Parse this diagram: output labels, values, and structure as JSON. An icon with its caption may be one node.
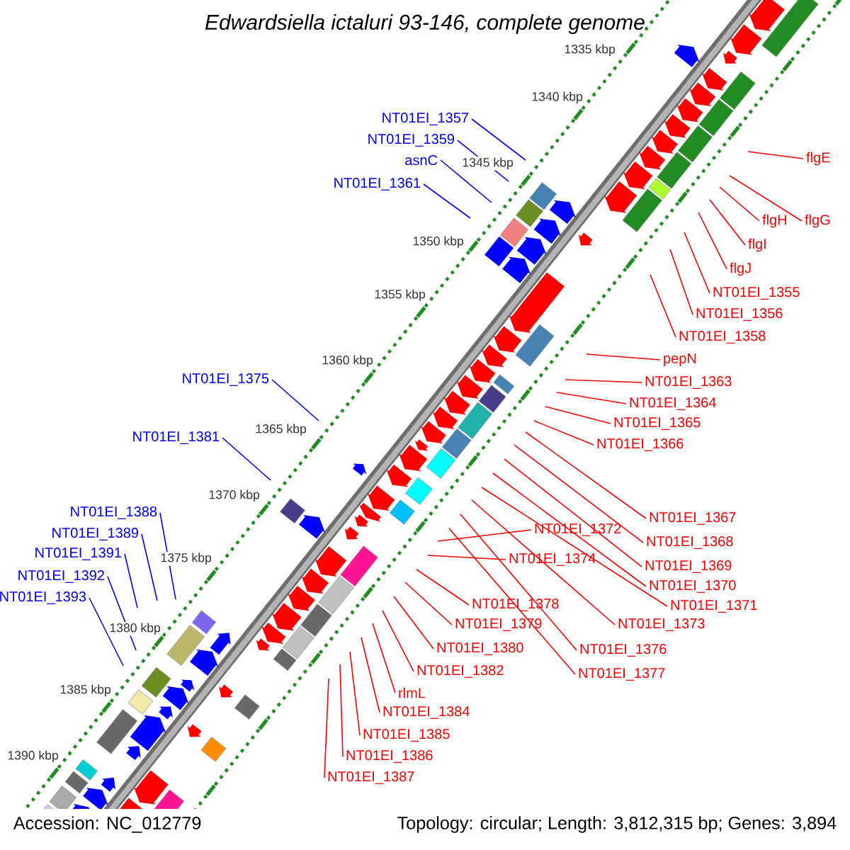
{
  "diagram": {
    "title": "Edwardsiella ictaluri 93-146, complete genome",
    "nodes": [
      {
        "text": [
          "NT01EI_1357"
        ]
      },
      {
        "text": [
          "NT01EI_1359"
        ]
      },
      {
        "text": [
          "asnC"
        ]
      },
      {
        "text": [
          "NT01EI_1361"
        ]
      },
      {
        "text": [
          "NT01EI_1375"
        ]
      },
      {
        "text": [
          "NT01EI_1381"
        ]
      },
      {
        "text": [
          "NT01EI_1388"
        ]
      },
      {
        "text": [
          "NT01EI_1389"
        ]
      },
      {
        "text": [
          "NT01EI_1391"
        ]
      },
      {
        "text": [
          "NT01EI_1392"
        ]
      },
      {
        "text": [
          "NT01EI_1393"
        ]
      },
      {
        "text": [
          "flgE"
        ]
      },
      {
        "text": [
          "flgH"
        ]
      },
      {
        "text": [
          "flgG"
        ]
      },
      {
        "text": [
          "flgI"
        ]
      },
      {
        "text": [
          "flgJ"
        ]
      },
      {
        "text": [
          "NT01EI_1355"
        ]
      },
      {
        "text": [
          "NT01EI_1356"
        ]
      },
      {
        "text": [
          "NT01EI_1358"
        ]
      },
      {
        "text": [
          "pepN"
        ]
      },
      {
        "text": [
          "NT01EI_1363"
        ]
      },
      {
        "text": [
          "NT01EI_1364"
        ]
      },
      {
        "text": [
          "NT01EI_1365"
        ]
      },
      {
        "text": [
          "NT01EI_1366"
        ]
      },
      {
        "text": [
          "NT01EI_1367"
        ]
      },
      {
        "text": [
          "NT01EI_1368"
        ]
      },
      {
        "text": [
          "NT01EI_1369"
        ]
      },
      {
        "text": [
          "NT01EI_1370"
        ]
      },
      {
        "text": [
          "NT01EI_1371"
        ]
      },
      {
        "text": [
          "NT01EI_1372"
        ]
      },
      {
        "text": [
          "NT01EI_1373"
        ]
      },
      {
        "text": [
          "NT01EI_1374"
        ]
      },
      {
        "text": [
          "NT01EI_1376"
        ]
      },
      {
        "text": [
          "NT01EI_1377"
        ]
      },
      {
        "text": [
          "NT01EI_1378"
        ]
      },
      {
        "text": [
          "NT01EI_1379"
        ]
      },
      {
        "text": [
          "NT01EI_1380"
        ]
      },
      {
        "text": [
          "NT01EI_1382"
        ]
      },
      {
        "text": [
          "rlmL"
        ]
      },
      {
        "text": [
          "NT01EI_1384"
        ]
      },
      {
        "text": [
          "NT01EI_1385"
        ]
      },
      {
        "text": [
          "NT01EI_1386"
        ]
      },
      {
        "text": [
          "NT01EI_1387"
        ]
      }
    ],
    "edges": [
      {
        "from": 0,
        "to": null,
        "arrow": "none",
        "color": "#0000ff"
      },
      {
        "from": 1,
        "to": null,
        "arrow": "none",
        "color": "#0000ff"
      },
      {
        "from": 2,
        "to": null,
        "arrow": "none",
        "color": "#0000ff"
      },
      {
        "from": 3,
        "to": null,
        "arrow": "none",
        "color": "#0000ff"
      },
      {
        "from": 4,
        "to": null,
        "arrow": "none",
        "color": "#0000ff"
      },
      {
        "from": 5,
        "to": null,
        "arrow": "none",
        "color": "#0000ff"
      },
      {
        "from": 6,
        "to": null,
        "arrow": "none",
        "color": "#0000ff"
      },
      {
        "from": 7,
        "to": null,
        "arrow": "none",
        "color": "#0000ff"
      },
      {
        "from": 8,
        "to": null,
        "arrow": "none",
        "color": "#0000ff"
      },
      {
        "from": 9,
        "to": null,
        "arrow": "none",
        "color": "#0000ff"
      },
      {
        "from": 10,
        "to": null,
        "arrow": "none",
        "color": "#0000ff"
      },
      {
        "from": 11,
        "to": null,
        "arrow": "none"
      },
      {
        "from": 12,
        "to": null,
        "arrow": "none"
      },
      {
        "from": 13,
        "to": null,
        "arrow": "none"
      },
      {
        "from": 14,
        "to": null,
        "arrow": "none"
      },
      {
        "from": 15,
        "to": null,
        "arrow": "none"
      },
      {
        "from": 16,
        "to": null,
        "arrow": "none"
      },
      {
        "from": 17,
        "to": null,
        "arrow": "none"
      },
      {
        "from": 18,
        "to": null,
        "arrow": "none"
      },
      {
        "from": 19,
        "to": null,
        "arrow": "none"
      },
      {
        "from": 20,
        "to": null,
        "arrow": "none"
      },
      {
        "from": 21,
        "to": null,
        "arrow": "none"
      },
      {
        "from": 22,
        "to": null,
        "arrow": "none"
      },
      {
        "from": 23,
        "to": null,
        "arrow": "none"
      },
      {
        "from": 24,
        "to": null,
        "arrow": "none"
      },
      {
        "from": 25,
        "to": null,
        "arrow": "none"
      },
      {
        "from": 26,
        "to": null,
        "arrow": "none"
      },
      {
        "from": 27,
        "to": null,
        "arrow": "none"
      },
      {
        "from": 28,
        "to": null,
        "arrow": "none"
      },
      {
        "from": 29,
        "to": null,
        "arrow": "none"
      },
      {
        "from": 30,
        "to": null,
        "arrow": "none"
      },
      {
        "from": 31,
        "to": null,
        "arrow": "none"
      },
      {
        "from": 32,
        "to": null,
        "arrow": "none"
      },
      {
        "from": 33,
        "to": null,
        "arrow": "none"
      },
      {
        "from": 34,
        "to": null,
        "arrow": "none"
      },
      {
        "from": 35,
        "to": null,
        "arrow": "none"
      },
      {
        "from": 36,
        "to": null,
        "arrow": "none"
      },
      {
        "from": 37,
        "to": null,
        "arrow": "none"
      },
      {
        "from": 38,
        "to": null,
        "arrow": "none"
      },
      {
        "from": 39,
        "to": null,
        "arrow": "none"
      },
      {
        "from": 40,
        "to": null,
        "arrow": "none"
      },
      {
        "from": 41,
        "to": null,
        "arrow": "none"
      },
      {
        "from": 42,
        "to": null,
        "arrow": "none"
      }
    ],
    "labels": [
      "1335 kbp",
      "1340 kbp",
      "1345 kbp",
      "1350 kbp",
      "1355 kbp",
      "1360 kbp",
      "1365 kbp",
      "1370 kbp",
      "1375 kbp",
      "1380 kbp",
      "1385 kbp",
      "1390 kbp",
      "Accession: NC_012779",
      "Topology: circular; Length: 3,812,315 bp; Genes: 3,894"
    ]
  }
}
